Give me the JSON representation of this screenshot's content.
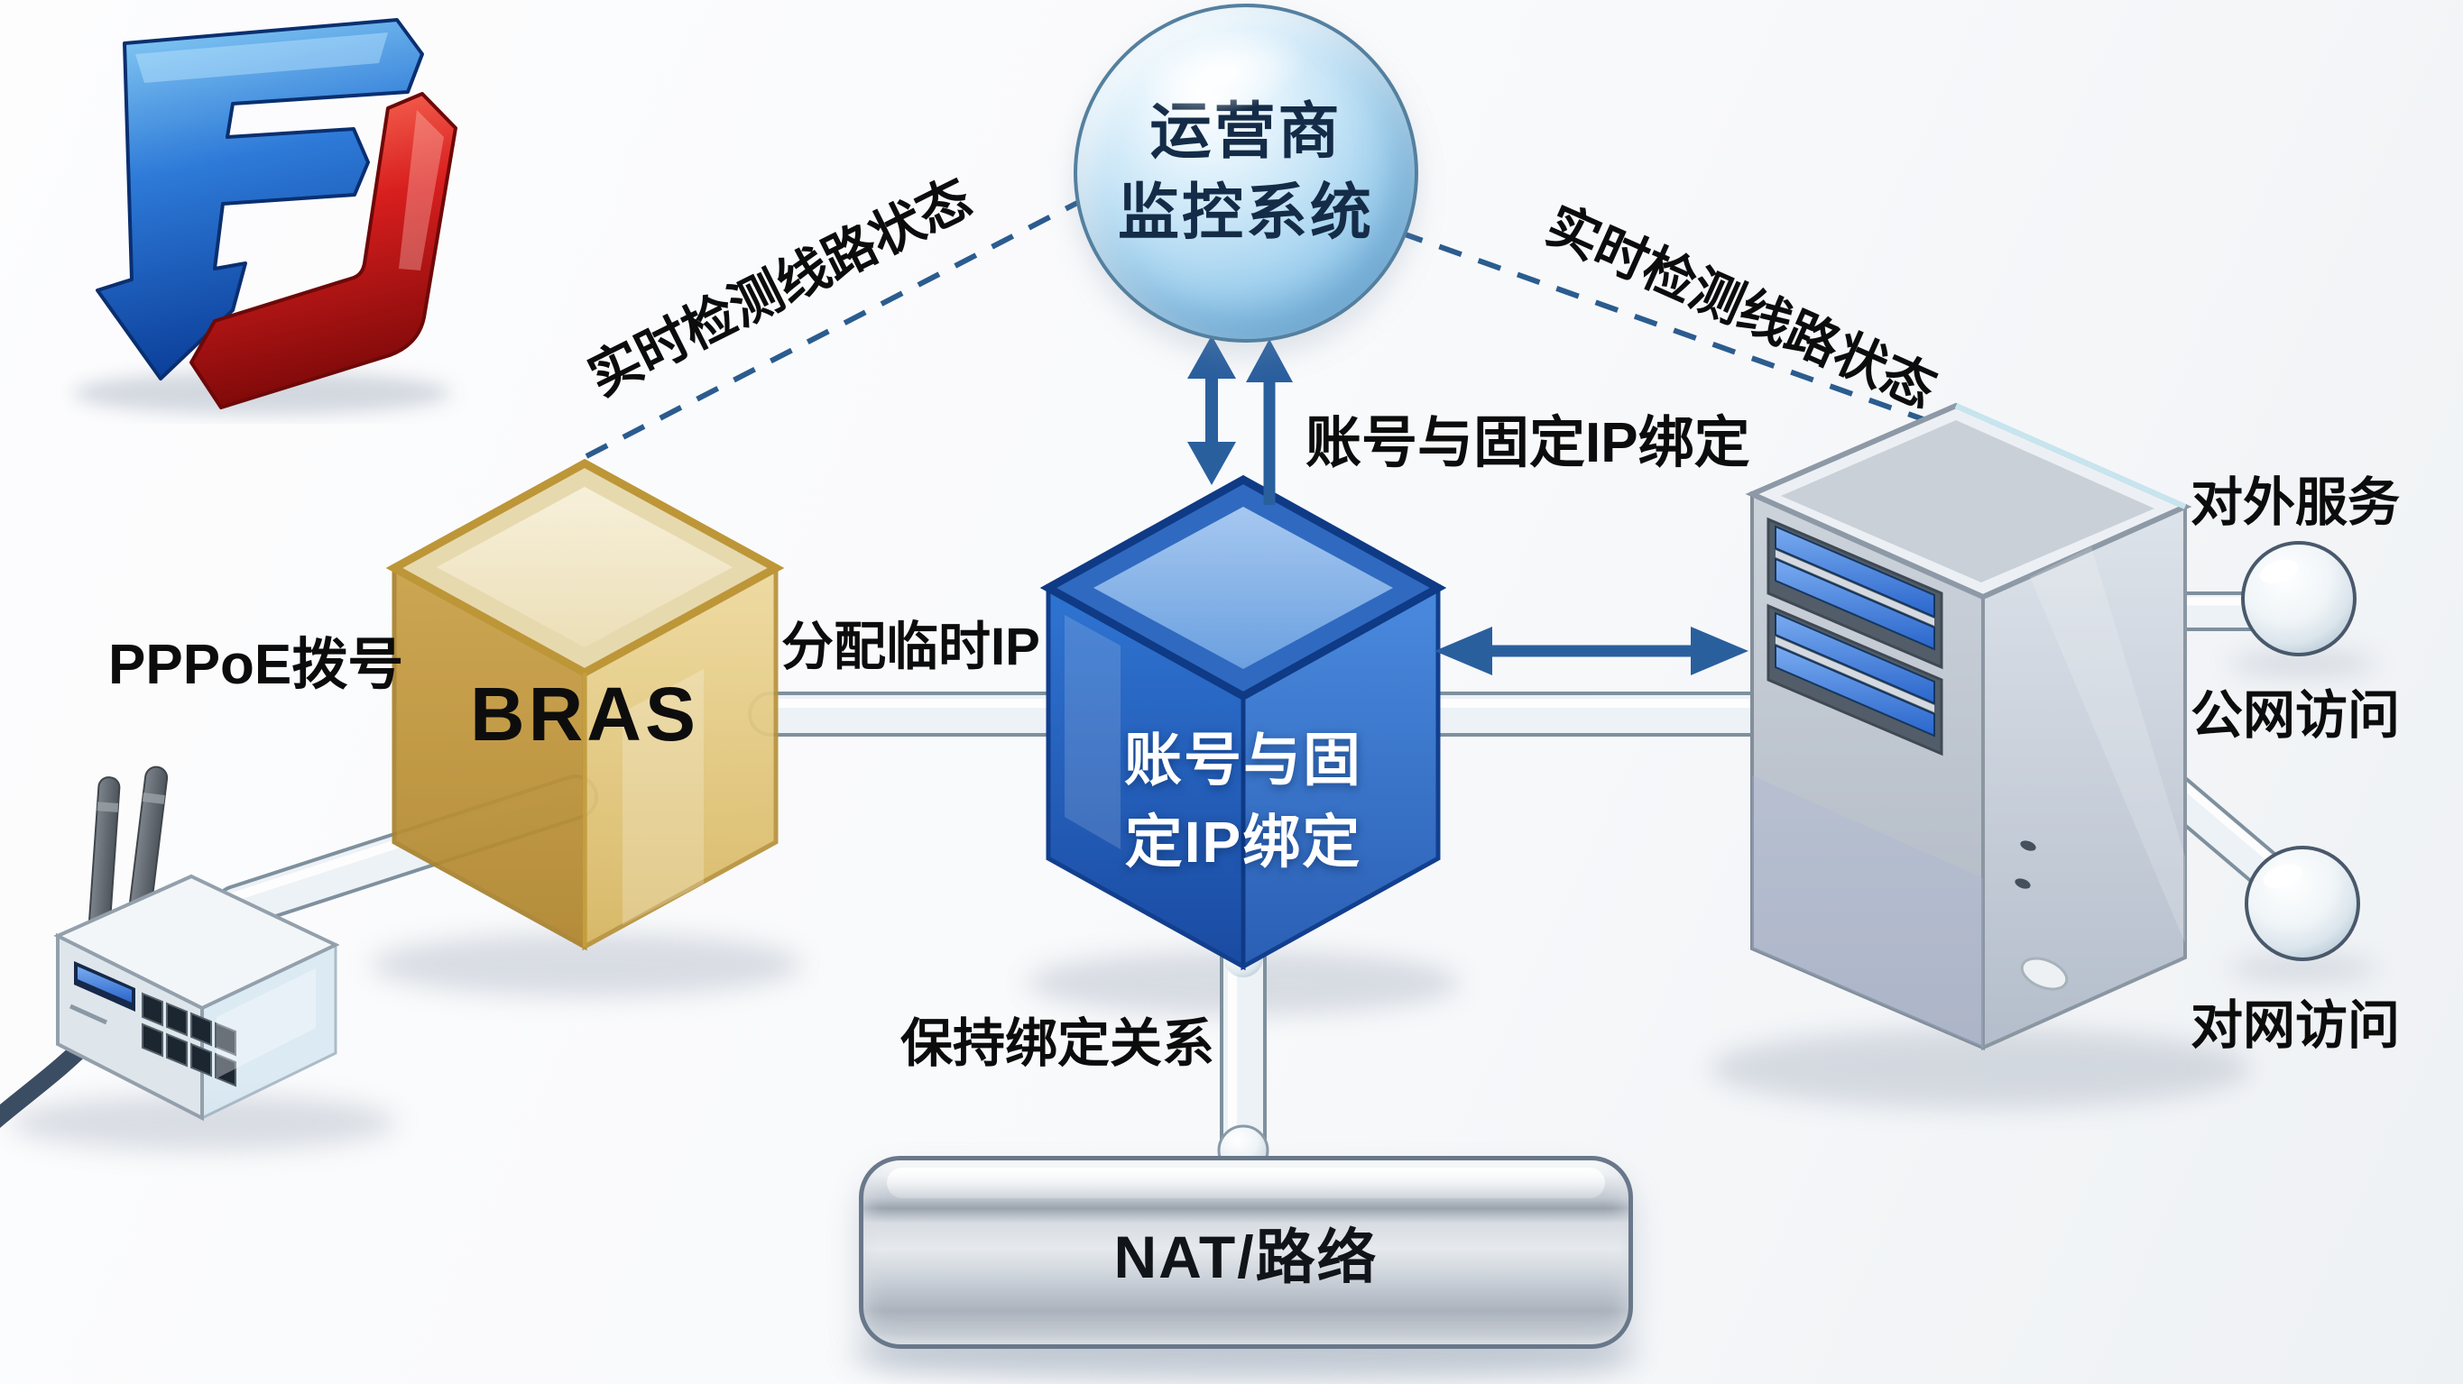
{
  "logo": {
    "alt": "FJ"
  },
  "nodes": {
    "monitor_sphere": {
      "line1": "运营商",
      "line2": "监控系统"
    },
    "bras_cube": {
      "label": "BRAS"
    },
    "binding_cube": {
      "line1": "账号与固",
      "line2": "定IP绑定"
    },
    "nat_bar": {
      "label": "NAT/路络"
    }
  },
  "labels": {
    "pppoe": "PPPoE拨号",
    "assign_ip": "分配临时IP",
    "monitor_left": "实时检测线路状态",
    "monitor_right": "实时检测线路状态",
    "binding": "账号与固定IP绑定",
    "keep_binding": "保持绑定关系",
    "external_service": "对外服务",
    "public_access": "公网访问",
    "network_access": "对网访问"
  },
  "colors": {
    "arrow": "#2A5F9E",
    "dashed_line": "#2B5C8F",
    "blue_cube": "#2F6AC0",
    "gold_cube": "#D8B35F",
    "sphere_fill": "#9CCCEC",
    "sphere_text": "#142C47",
    "silver": "#C6CDD8",
    "label_text": "#0C0C0C"
  }
}
